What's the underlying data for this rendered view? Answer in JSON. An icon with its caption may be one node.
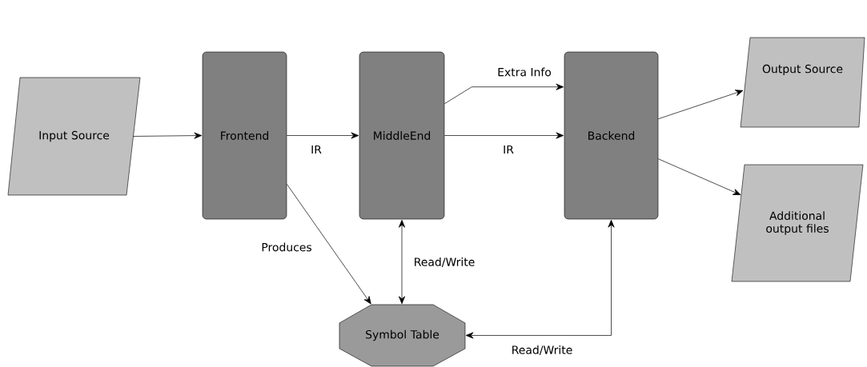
{
  "diagram": {
    "nodes": [
      {
        "text": [
          "Input Source"
        ]
      },
      {
        "text": [
          "Frontend"
        ]
      },
      {
        "text": [
          "MiddleEnd"
        ]
      },
      {
        "text": [
          "Backend"
        ]
      },
      {
        "text": [
          "Output Source"
        ]
      },
      {
        "text": [
          "Additional output files"
        ]
      },
      {
        "text": [
          "Symbol Table"
        ]
      }
    ],
    "edges": [
      {
        "from": 0,
        "to": 1,
        "arrow": "to"
      },
      {
        "from": 1,
        "to": 2,
        "arrow": "to",
        "label": "IR"
      },
      {
        "from": 2,
        "to": 3,
        "arrow": "to",
        "label": "Extra Info"
      },
      {
        "from": 2,
        "to": 3,
        "arrow": "to",
        "label": "IR"
      },
      {
        "from": 3,
        "to": 4,
        "arrow": "to"
      },
      {
        "from": 3,
        "to": 5,
        "arrow": "to"
      },
      {
        "from": 1,
        "to": 6,
        "arrow": "to",
        "label": "Produces"
      },
      {
        "from": 2,
        "to": 6,
        "arrow": "both",
        "label": "Read/Write"
      },
      {
        "from": 3,
        "to": 6,
        "arrow": "both",
        "label": "Read/Write"
      }
    ]
  }
}
